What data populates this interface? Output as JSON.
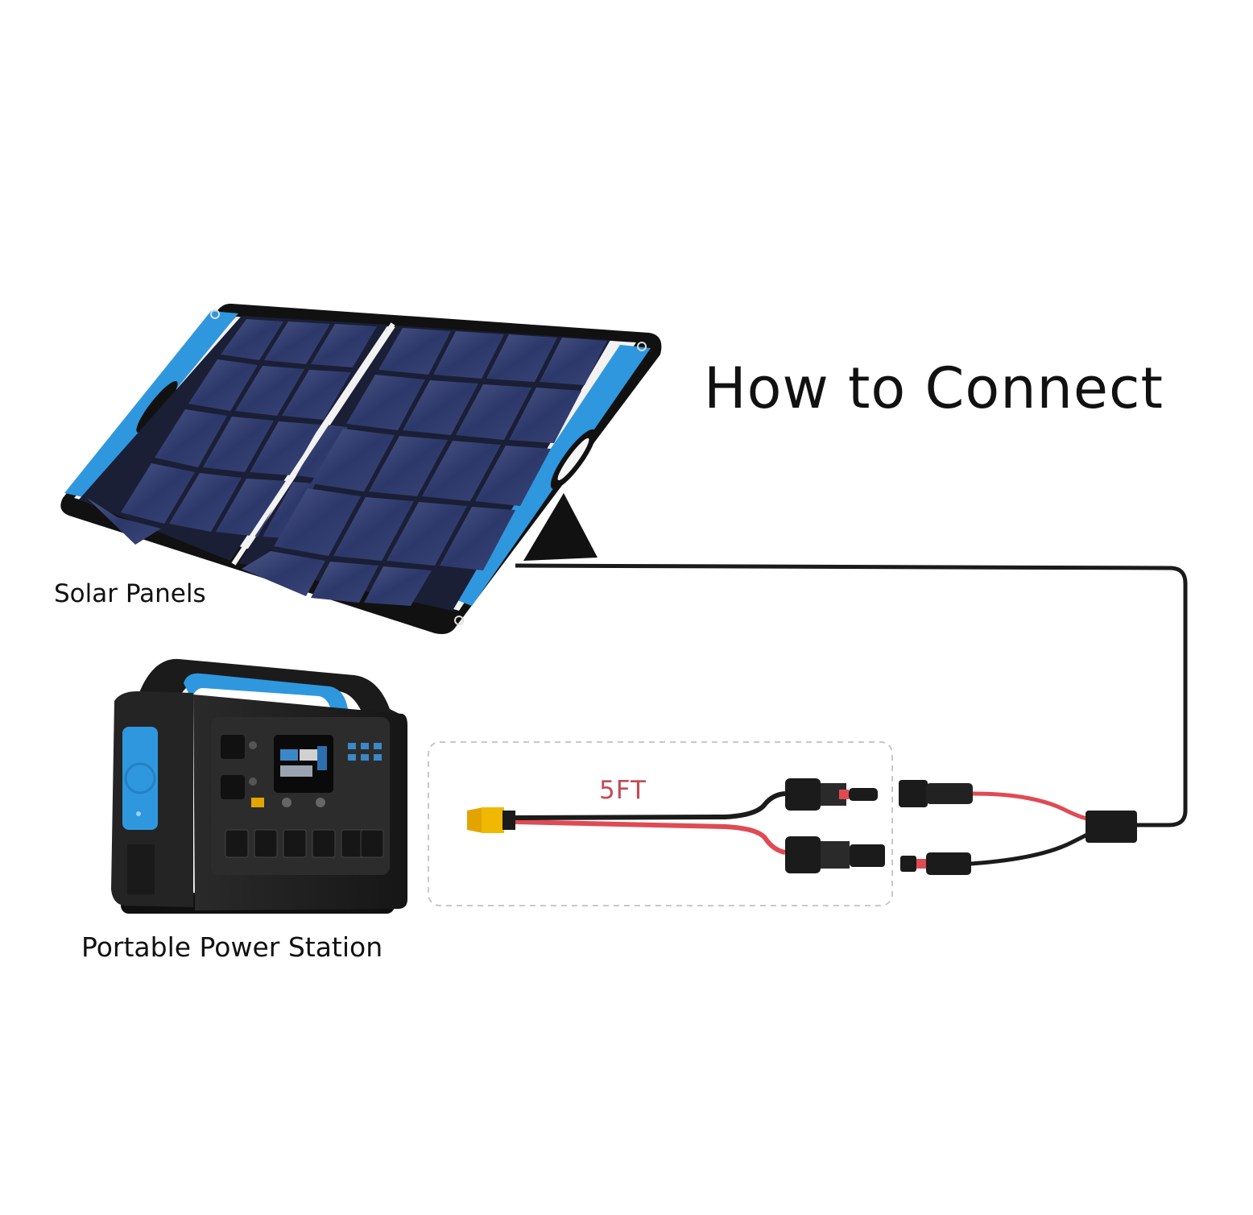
{
  "title": "How to Connect",
  "labels": {
    "solar_panels": "Solar Panels",
    "power_station": "Portable Power Station",
    "cable_length": "5FT"
  },
  "colors": {
    "accent_blue": "#2f97de",
    "panel_cell": "#2e3a6b",
    "cable_red": "#e04a53",
    "cable_black": "#1b1b1b",
    "length_text": "#c24a57"
  }
}
